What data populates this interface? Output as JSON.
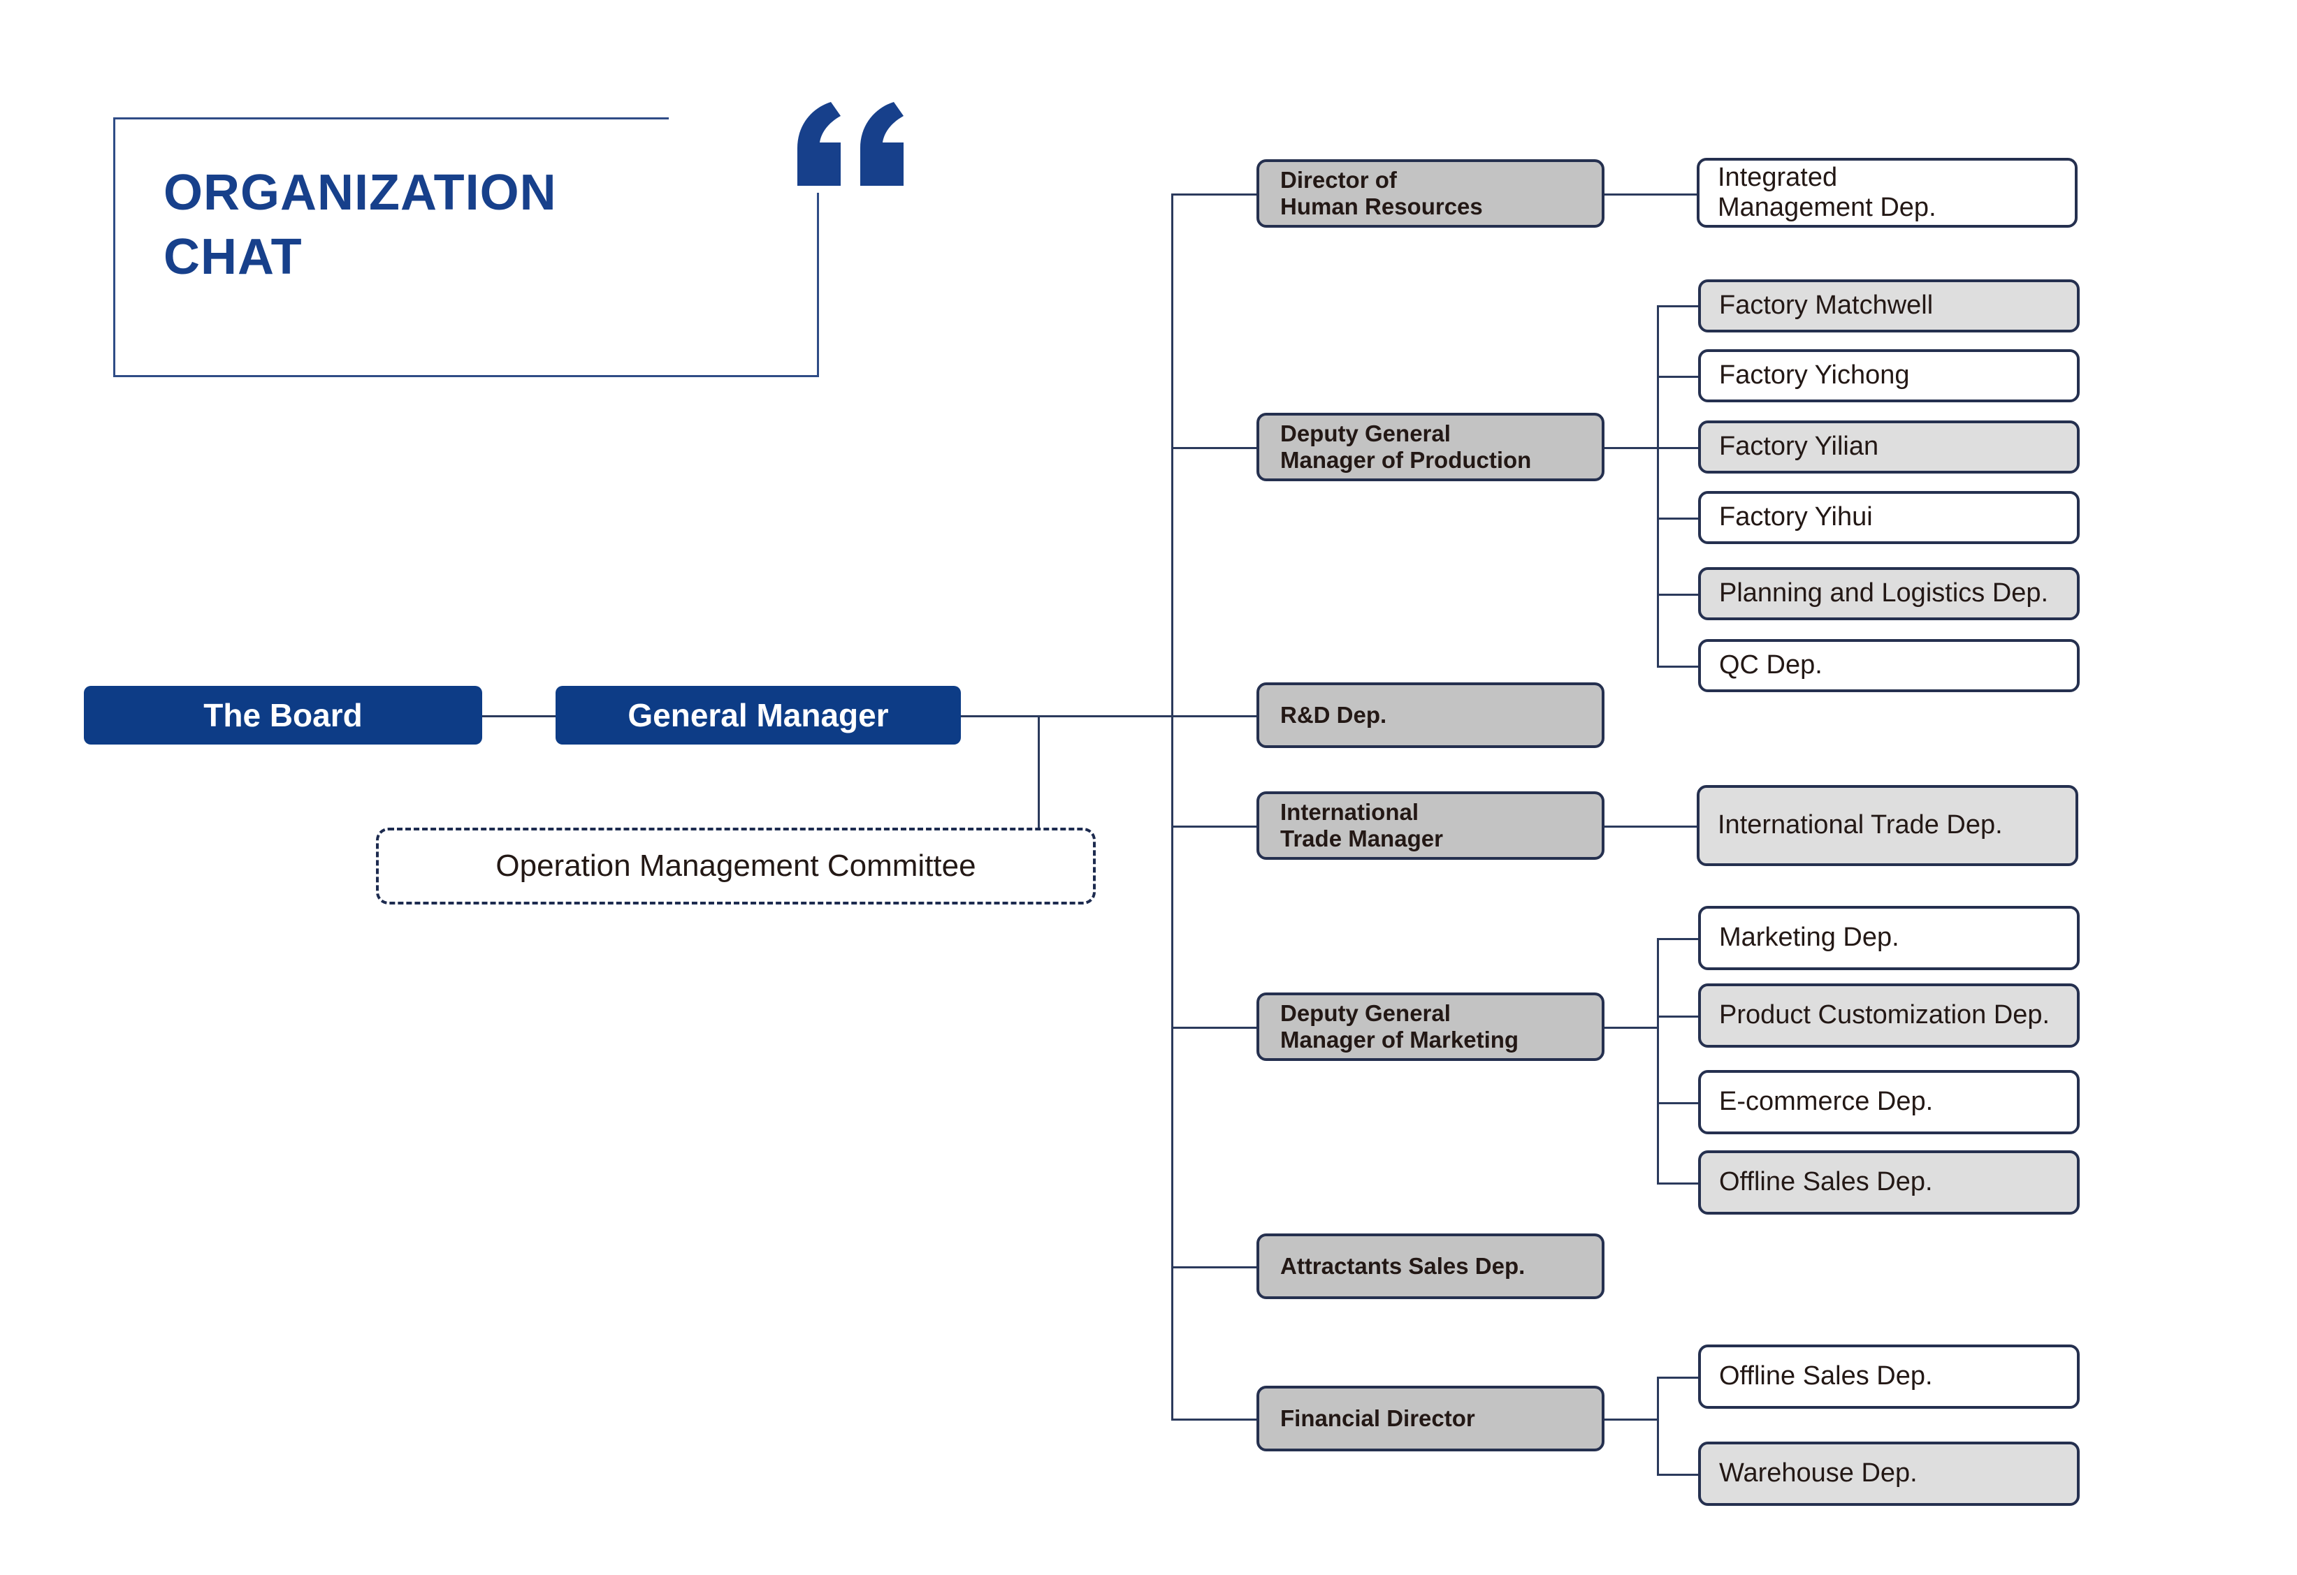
{
  "title": {
    "line1": "ORGANIZATION",
    "line2": "CHAT",
    "quote_icon": "double-quote-icon",
    "accent_color": "#17408b",
    "border_color": "#2f4c86"
  },
  "colors": {
    "level1_fill": "#0d3c86",
    "level1_text": "#ffffff",
    "level2_fill": "#c3c3c3",
    "level3_fill_white": "#ffffff",
    "level3_fill_gray": "#dedede",
    "box_border": "#25304f",
    "connector": "#2b3a5c"
  },
  "level1": {
    "board": "The Board",
    "general_manager": "General Manager",
    "committee": "Operation Management Committee"
  },
  "branches": [
    {
      "id": "human-resources",
      "label_line1": "Director of",
      "label_line2": "Human Resources",
      "children": [
        {
          "label_line1": "Integrated",
          "label_line2": "Management Dep.",
          "fill": "white"
        }
      ]
    },
    {
      "id": "production",
      "label_line1": "Deputy General",
      "label_line2": "Manager of Production",
      "children": [
        {
          "label_line1": "Factory Matchwell",
          "label_line2": "",
          "fill": "gray"
        },
        {
          "label_line1": "Factory Yichong",
          "label_line2": "",
          "fill": "white"
        },
        {
          "label_line1": "Factory Yilian",
          "label_line2": "",
          "fill": "gray"
        },
        {
          "label_line1": "Factory Yihui",
          "label_line2": "",
          "fill": "white"
        },
        {
          "label_line1": "Planning and Logistics Dep.",
          "label_line2": "",
          "fill": "gray"
        },
        {
          "label_line1": "QC Dep.",
          "label_line2": "",
          "fill": "white"
        }
      ]
    },
    {
      "id": "rd",
      "label_line1": "R&D Dep.",
      "label_line2": "",
      "children": []
    },
    {
      "id": "international-trade",
      "label_line1": "International",
      "label_line2": "Trade Manager",
      "children": [
        {
          "label_line1": "International Trade Dep.",
          "label_line2": "",
          "fill": "gray"
        }
      ]
    },
    {
      "id": "marketing",
      "label_line1": "Deputy General",
      "label_line2": "Manager of Marketing",
      "children": [
        {
          "label_line1": "Marketing Dep.",
          "label_line2": "",
          "fill": "white"
        },
        {
          "label_line1": "Product Customization Dep.",
          "label_line2": "",
          "fill": "gray"
        },
        {
          "label_line1": "E-commerce Dep.",
          "label_line2": "",
          "fill": "white"
        },
        {
          "label_line1": "Offline Sales Dep.",
          "label_line2": "",
          "fill": "gray"
        }
      ]
    },
    {
      "id": "attractants-sales",
      "label_line1": "Attractants Sales Dep.",
      "label_line2": "",
      "children": []
    },
    {
      "id": "financial-director",
      "label_line1": "Financial Director",
      "label_line2": "",
      "children": [
        {
          "label_line1": "Offline Sales Dep.",
          "label_line2": "",
          "fill": "white"
        },
        {
          "label_line1": "Warehouse Dep.",
          "label_line2": "",
          "fill": "gray"
        }
      ]
    }
  ]
}
